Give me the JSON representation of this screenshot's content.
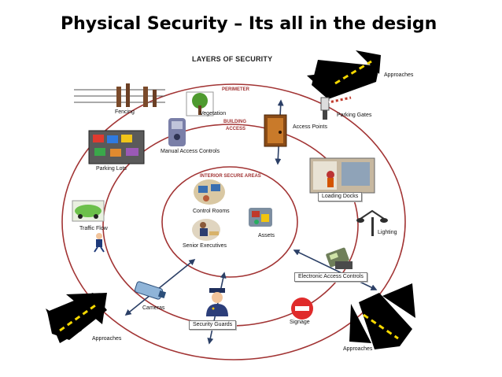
{
  "slide": {
    "title": "Physical Security – Its all in the design"
  },
  "diagram": {
    "title": "LAYERS OF SECURITY",
    "rings": {
      "perimeter": "PERIMETER",
      "building_access_line1": "BUILDING",
      "building_access_line2": "ACCESS",
      "interior": "INTERIOR SECURE AREAS"
    },
    "labels": {
      "approaches_top_right": "Approaches",
      "parking_gates": "Parking Gates",
      "fencing": "Fencing",
      "vegetation": "Vegetation",
      "access_points": "Access Points",
      "manual_access_controls": "Manual Access Controls",
      "parking_lots": "Parking Lots",
      "loading_docks": "Loading Docks",
      "control_rooms": "Control Rooms",
      "assets": "Assets",
      "senior_executives": "Senior Executives",
      "traffic_flow": "Traffic Flow",
      "lighting": "Lighting",
      "electronic_access_controls": "Electronic Access Controls",
      "cameras": "Cameras",
      "security_guards": "Security Guards",
      "signage": "Signage",
      "approaches_bottom_left": "Approaches",
      "approaches_bottom_right": "Approaches"
    },
    "colors": {
      "ring": "#a23434",
      "arrow_double": "#2b3f66",
      "road_arrow": "#000000",
      "road_dash": "#f5d800"
    }
  }
}
